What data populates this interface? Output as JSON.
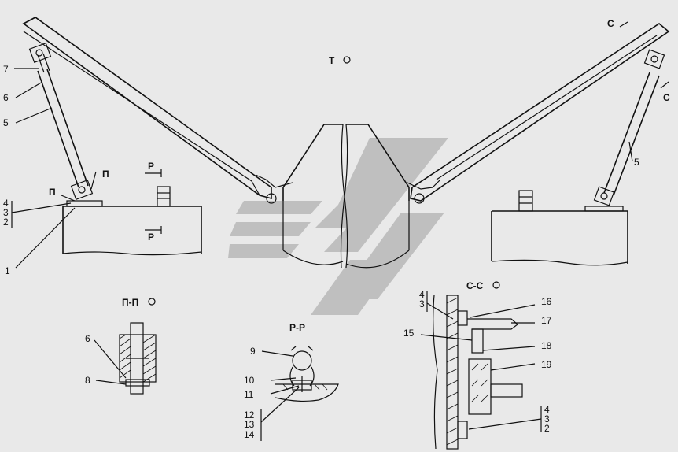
{
  "views": {
    "top_view": "Т",
    "pp": "П-П",
    "rr": "Р-Р",
    "cc": "С-С"
  },
  "markers": {
    "p_left": "П",
    "p_right": "П",
    "r_top": "Р",
    "r_bottom": "Р",
    "c_top": "С",
    "c_right": "С"
  },
  "callouts": {
    "n1": "1",
    "n2a": "2",
    "n3a": "3",
    "n4a": "4",
    "n5a": "5",
    "n5b": "5",
    "n6a": "6",
    "n6b": "6",
    "n7": "7",
    "n8": "8",
    "n9": "9",
    "n10": "10",
    "n11": "11",
    "n12": "12",
    "n13": "13",
    "n14": "14",
    "n15": "15",
    "n16": "16",
    "n17": "17",
    "n18": "18",
    "n19": "19",
    "n4b": "4",
    "n3b": "3",
    "n4c": "4",
    "n3c": "3",
    "n2c": "2"
  },
  "colors": {
    "background": "#e9e9e9",
    "line": "#111111",
    "watermark": "#b8b8b8"
  }
}
